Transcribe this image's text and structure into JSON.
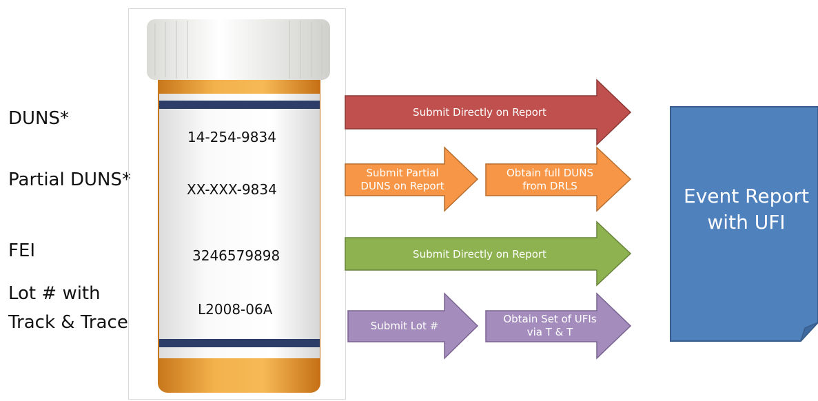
{
  "identifiers": {
    "duns": "DUNS*",
    "partial_duns": "Partial DUNS*",
    "fei": "FEI",
    "lot_line1": "Lot # with",
    "lot_line2": "Track & Trace"
  },
  "bottle_label": {
    "duns_value": "14-254-9834",
    "partial_value": "XX-XXX-9834",
    "fei_value": "3246579898",
    "lot_value": "L2008-06A"
  },
  "arrows": {
    "duns": "Submit Directly on Report",
    "partial_step1_line1": "Submit Partial",
    "partial_step1_line2": "DUNS on Report",
    "partial_step2_line1": "Obtain full DUNS",
    "partial_step2_line2": "from DRLS",
    "fei": "Submit Directly on Report",
    "lot_step1": "Submit Lot #",
    "lot_step2_line1": "Obtain Set of UFIs",
    "lot_step2_line2": "via T & T"
  },
  "result": {
    "line1": "Event Report",
    "line2": "with UFI"
  },
  "colors": {
    "red": "#c0504d",
    "orange": "#f79646",
    "green": "#8db24f",
    "purple": "#a48dbd",
    "blue": "#4f81bd",
    "cap": "#f2f2f0",
    "bottle": "#e9a13b",
    "band": "#2c3e67"
  }
}
